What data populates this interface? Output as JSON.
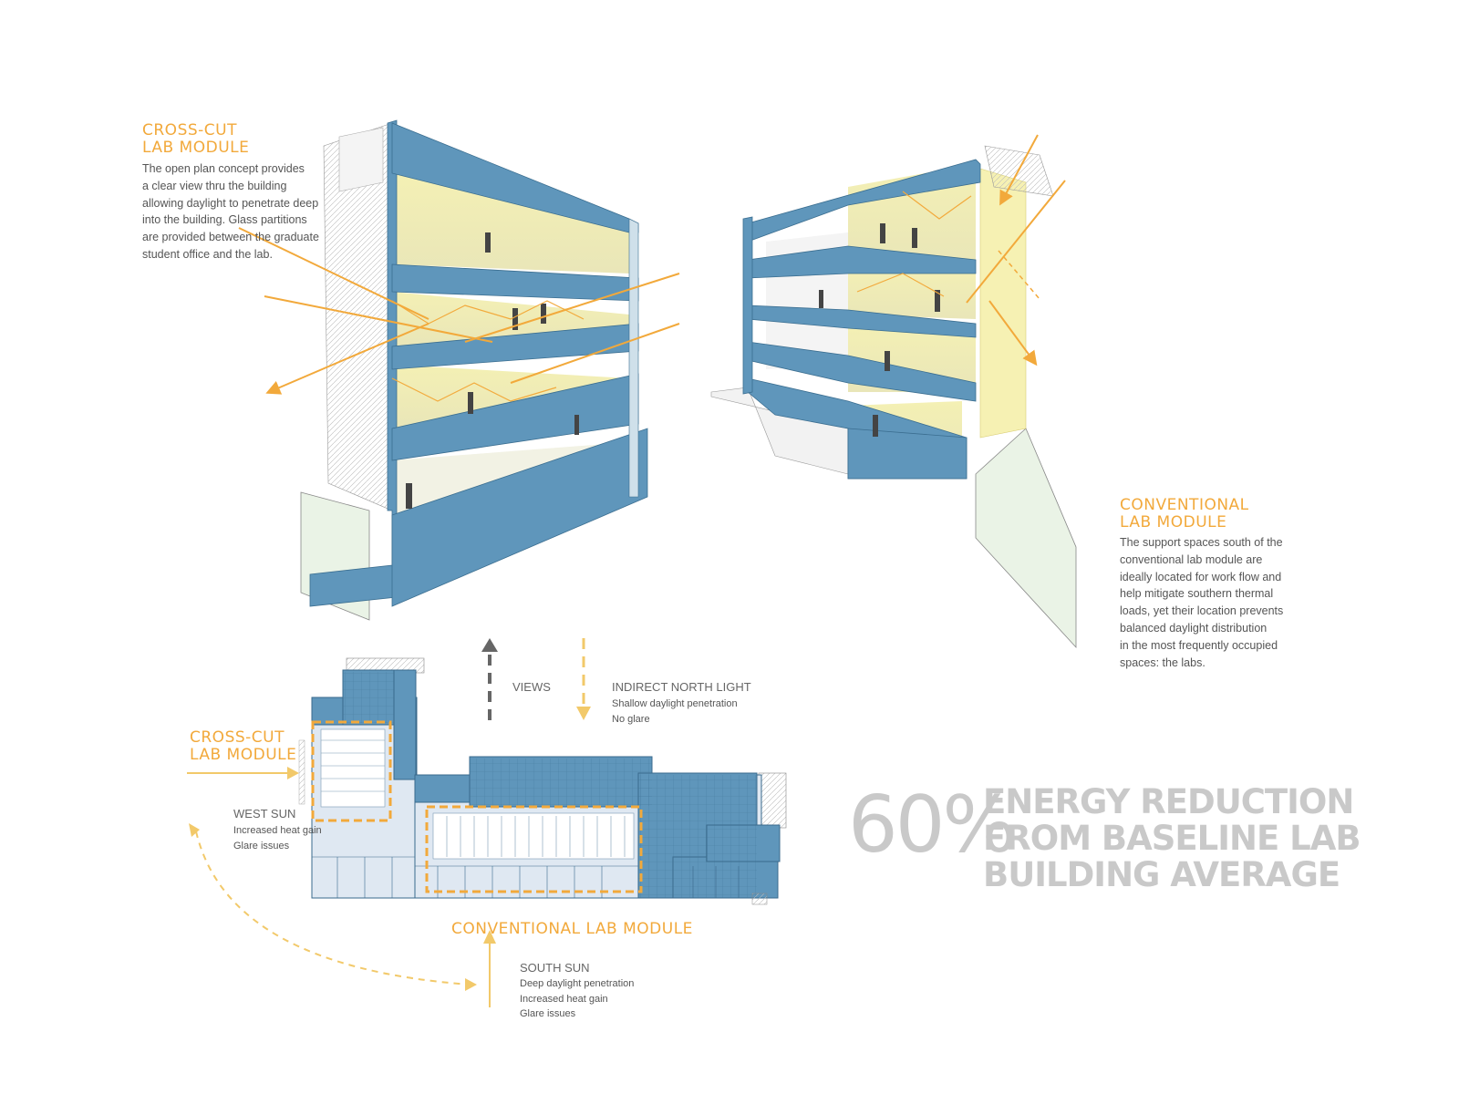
{
  "crosscut_callout": {
    "title_lines": [
      "CROSS-CUT",
      "LAB MODULE"
    ],
    "body_lines": [
      "The open plan concept provides",
      "a clear view thru the building",
      "allowing daylight to penetrate deep",
      "into the building. Glass partitions",
      "are provided between the graduate",
      "student office and the lab."
    ]
  },
  "conventional_callout": {
    "title_lines": [
      "CONVENTIONAL",
      "LAB MODULE"
    ],
    "body_lines": [
      "The support spaces south of the",
      "conventional lab module are",
      "ideally located for work flow and",
      "help mitigate southern thermal",
      "loads, yet their location prevents",
      "balanced daylight distribution",
      "in the most frequently occupied",
      "spaces: the labs."
    ]
  },
  "legend": {
    "views_label": "VIEWS",
    "north_label": "INDIRECT NORTH LIGHT",
    "north_notes": [
      "Shallow daylight penetration",
      "No glare"
    ]
  },
  "plan": {
    "crosscut_label_lines": [
      "CROSS-CUT",
      "LAB MODULE"
    ],
    "conventional_label": "CONVENTIONAL LAB MODULE",
    "west_sun_title": "WEST SUN",
    "west_sun_notes": [
      "Increased heat gain",
      "Glare issues"
    ],
    "south_sun_title": "SOUTH SUN",
    "south_sun_notes": [
      "Deep daylight penetration",
      "Increased heat gain",
      "Glare issues"
    ]
  },
  "stat": {
    "value": "60%",
    "lines": [
      "ENERGY REDUCTION",
      "FROM BASELINE LAB",
      "BUILDING AVERAGE"
    ]
  },
  "colors": {
    "accent": "#f2a93b",
    "blue": "#5f96bb",
    "light_blue": "#dfe8f2",
    "glow": "#f3f0b0",
    "grey_text": "#c9c9c9"
  }
}
